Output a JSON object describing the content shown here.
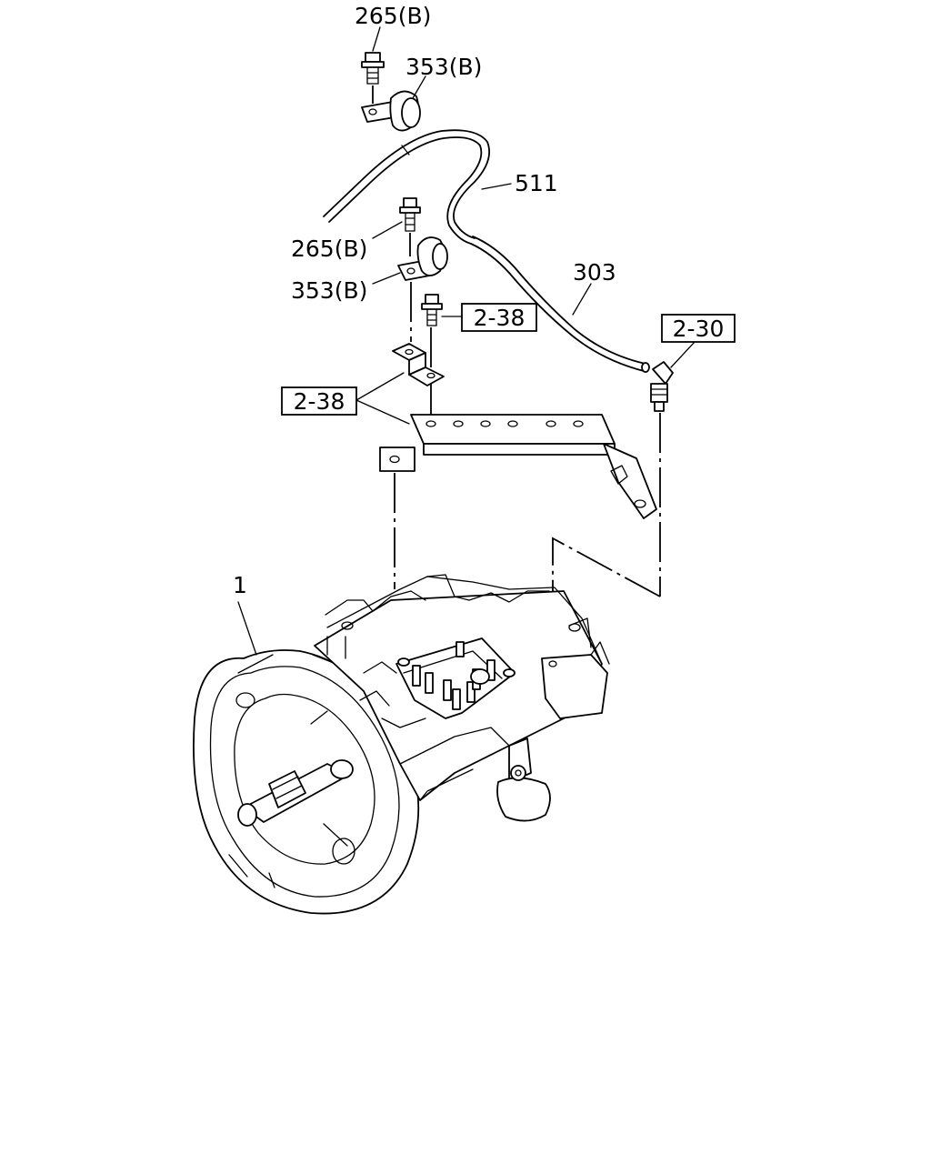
{
  "callouts": {
    "bolt_top": "265(B)",
    "clip_top": "353(B)",
    "pipe_511": "511",
    "bolt_mid": "265(B)",
    "clip_mid": "353(B)",
    "pipe_303": "303",
    "ref_bracket_bolt": "2-38",
    "ref_connector": "2-30",
    "ref_bracket": "2-38",
    "transmission": "1"
  }
}
